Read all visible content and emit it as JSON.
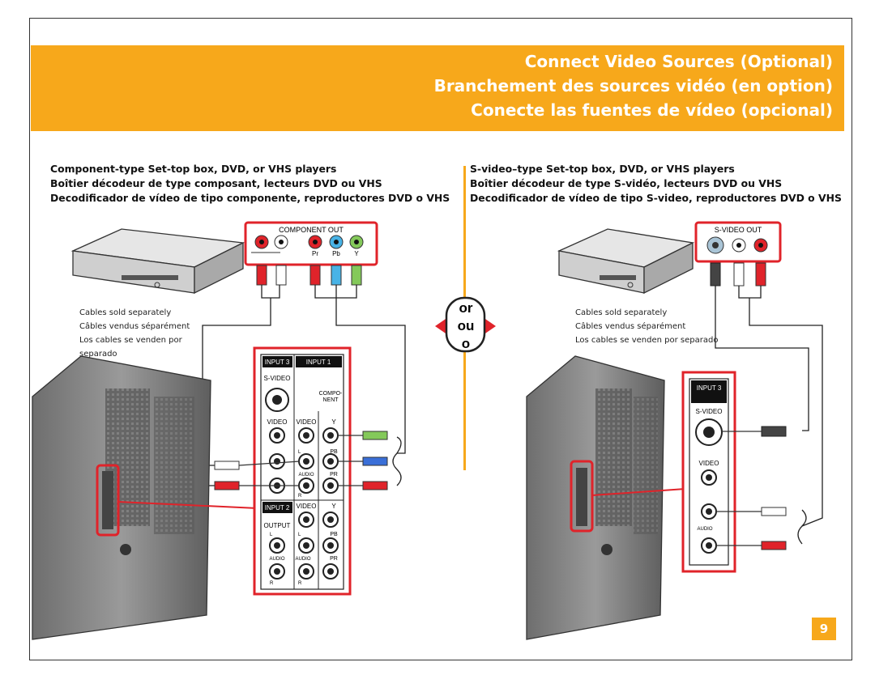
{
  "banner": {
    "line1": "Connect Video Sources (Optional)",
    "line2": "Branchement des sources vidéo (en option)",
    "line3": "Conecte las fuentes de vídeo (opcional)"
  },
  "left": {
    "heading1": "Component-type Set-top box, DVD, or VHS players",
    "heading2": "Boîtier décodeur de type composant, lecteurs DVD ou VHS",
    "heading3": "Decodificador de vídeo de tipo componente, reproductores DVD o VHS",
    "cables1": "Cables sold separately",
    "cables2": "Câbles vendus séparément",
    "cables3": "Los cables se venden por",
    "cables4": "separado",
    "component_out": "COMPONENT OUT",
    "jack_pr": "Pr",
    "jack_pb": "Pb",
    "jack_y": "Y",
    "input3": "INPUT 3",
    "input1": "INPUT 1",
    "input2": "INPUT 2",
    "svideo": "S-VIDEO",
    "compo1": "COMPO-",
    "compo2": "NENT",
    "video": "VIDEO",
    "y": "Y",
    "l": "L",
    "r": "R",
    "pb": "PB",
    "pr": "PR",
    "audio": "AUDIO",
    "output": "OUTPUT"
  },
  "middle": {
    "or_en": "or",
    "or_fr": "ou",
    "or_es": "o"
  },
  "right": {
    "heading1": "S-video–type Set-top box, DVD, or VHS players",
    "heading2": "Boîtier décodeur de type S-vidéo, lecteurs DVD ou VHS",
    "heading3": "Decodificador de vídeo de tipo S-video, reproductores DVD o VHS",
    "cables1": "Cables sold separately",
    "cables2": "Câbles vendus séparément",
    "cables3": "Los cables se venden por separado",
    "svideo_out": "S-VIDEO OUT",
    "input3": "INPUT 3",
    "svideo": "S-VIDEO",
    "video": "VIDEO",
    "audio": "AUDIO"
  },
  "page": {
    "number": "9"
  },
  "colors": {
    "accent": "#f7a81b",
    "highlight": "#e0232a"
  }
}
